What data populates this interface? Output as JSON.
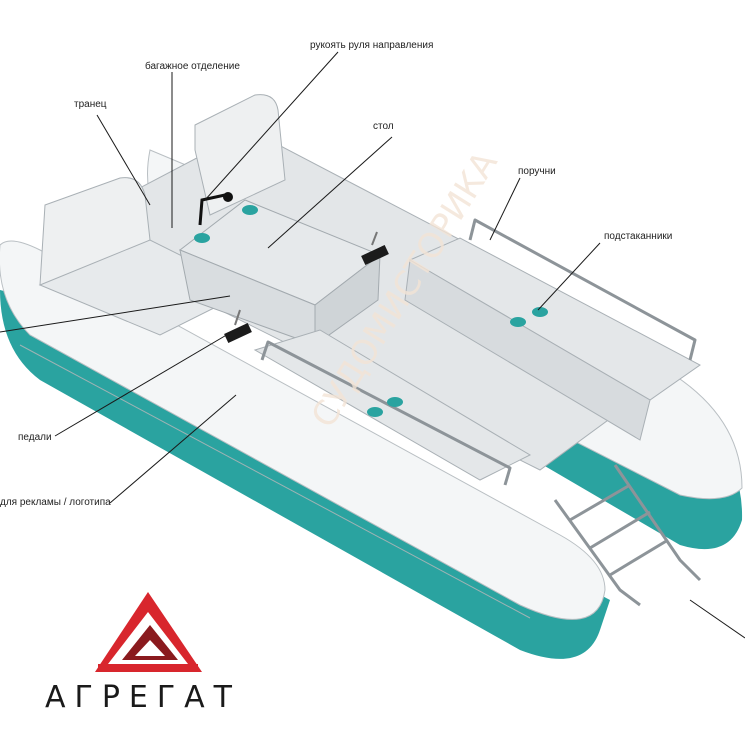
{
  "labels": {
    "handle": "рукоять  руля направления",
    "trunk": "багажное отделение",
    "transom": "транец",
    "table": "стол",
    "handrails": "поручни",
    "cupholders": "подстаканники",
    "pedals": "педали",
    "advertising": "для рекламы / логотипа"
  },
  "watermark": "СУДОМИСТОРИКА",
  "logo": {
    "name": "АГРЕГАТ"
  },
  "colors": {
    "hull_teal": "#2aa3a0",
    "hull_white": "#f4f6f7",
    "deck_gray": "#e3e6e8",
    "logo_red": "#d8262d",
    "logo_dark_red": "#8a1a1e"
  },
  "icons": {
    "logo_mark": "triangle-logo-icon"
  }
}
